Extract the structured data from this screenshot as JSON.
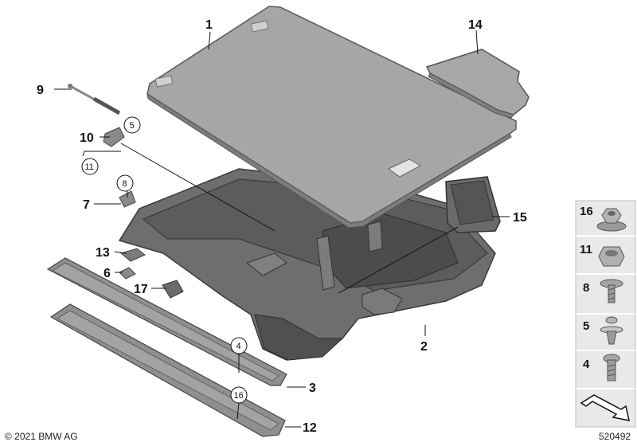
{
  "callouts": {
    "c1": "1",
    "c2": "2",
    "c3": "3",
    "c6": "6",
    "c7": "7",
    "c9": "9",
    "c10": "10",
    "c12": "12",
    "c13": "13",
    "c14": "14",
    "c15": "15",
    "c17": "17"
  },
  "circled": {
    "k5": "5",
    "k11": "11",
    "k8": "8",
    "k4": "4",
    "k16": "16"
  },
  "legend": {
    "items": [
      "16",
      "11",
      "8",
      "5",
      "4"
    ]
  },
  "footer": {
    "copyright": "© 2021 BMW AG",
    "diagram_id": "520492"
  },
  "colors": {
    "cover": "#a6a6a6",
    "cover_edge": "#5a5a5a",
    "tray": "#6e6e6e",
    "tray_dark": "#4a4a4a",
    "rail": "#8f8f8f",
    "legend_bg": "#e9e9e9"
  }
}
